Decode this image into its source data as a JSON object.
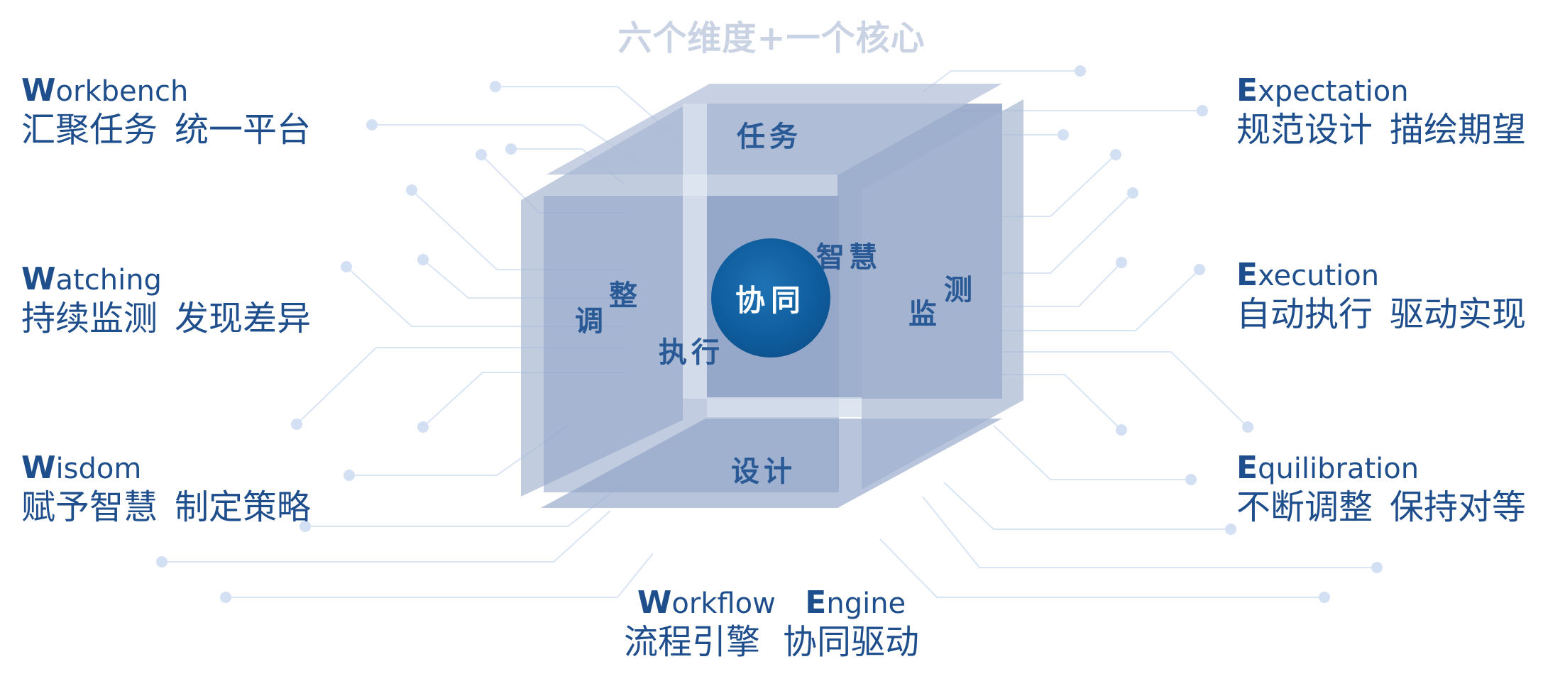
{
  "title": "六个维度+一个核心",
  "left_items": [
    {
      "initial": "W",
      "rest": "orkbench",
      "zh_a": "汇聚任务",
      "zh_b": "统一平台"
    },
    {
      "initial": "W",
      "rest": "atching",
      "zh_a": "持续监测",
      "zh_b": "发现差异"
    },
    {
      "initial": "W",
      "rest": "isdom",
      "zh_a": "赋予智慧",
      "zh_b": "制定策略"
    }
  ],
  "right_items": [
    {
      "initial": "E",
      "rest": "xpectation",
      "zh_a": "规范设计",
      "zh_b": "描绘期望"
    },
    {
      "initial": "E",
      "rest": "xecution",
      "zh_a": "自动执行",
      "zh_b": "驱动实现"
    },
    {
      "initial": "E",
      "rest": "quilibration",
      "zh_a": "不断调整",
      "zh_b": "保持对等"
    }
  ],
  "cube": {
    "top": "任务",
    "bottom": "设计",
    "wisdom": "智慧",
    "adjust_a": "调",
    "adjust_b": "整",
    "execute": "执行",
    "monitor_a": "监",
    "monitor_b": "测",
    "core": "协同"
  },
  "bottom": {
    "w_initial": "W",
    "w_rest": "orkflow",
    "e_initial": "E",
    "e_rest": "ngine",
    "zh_a": "流程引擎",
    "zh_b": "协同驱动"
  },
  "colors": {
    "text": "#1f4e8c",
    "title": "#c9d3e3",
    "core": "#0f5c9c",
    "cube_face": "#8da2c4",
    "circuit": "#d6e2f3"
  }
}
